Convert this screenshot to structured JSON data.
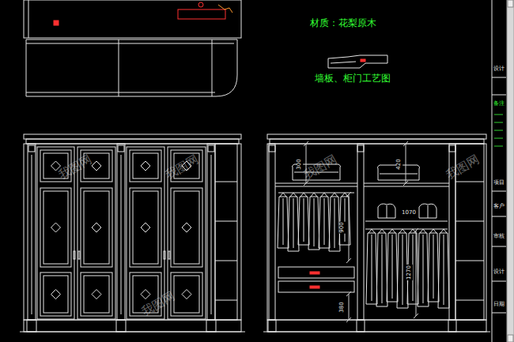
{
  "diagram": {
    "title": "墙板、柜门工艺图",
    "labels": [
      "材质：花梨原木",
      "300",
      "900",
      "380",
      "420",
      "1070",
      "1270",
      "设计",
      "备注",
      "项目",
      "客户",
      "审核",
      "设计",
      "日期",
      "我图网",
      "我图网",
      "我图网",
      "我图网",
      "我图网"
    ]
  }
}
